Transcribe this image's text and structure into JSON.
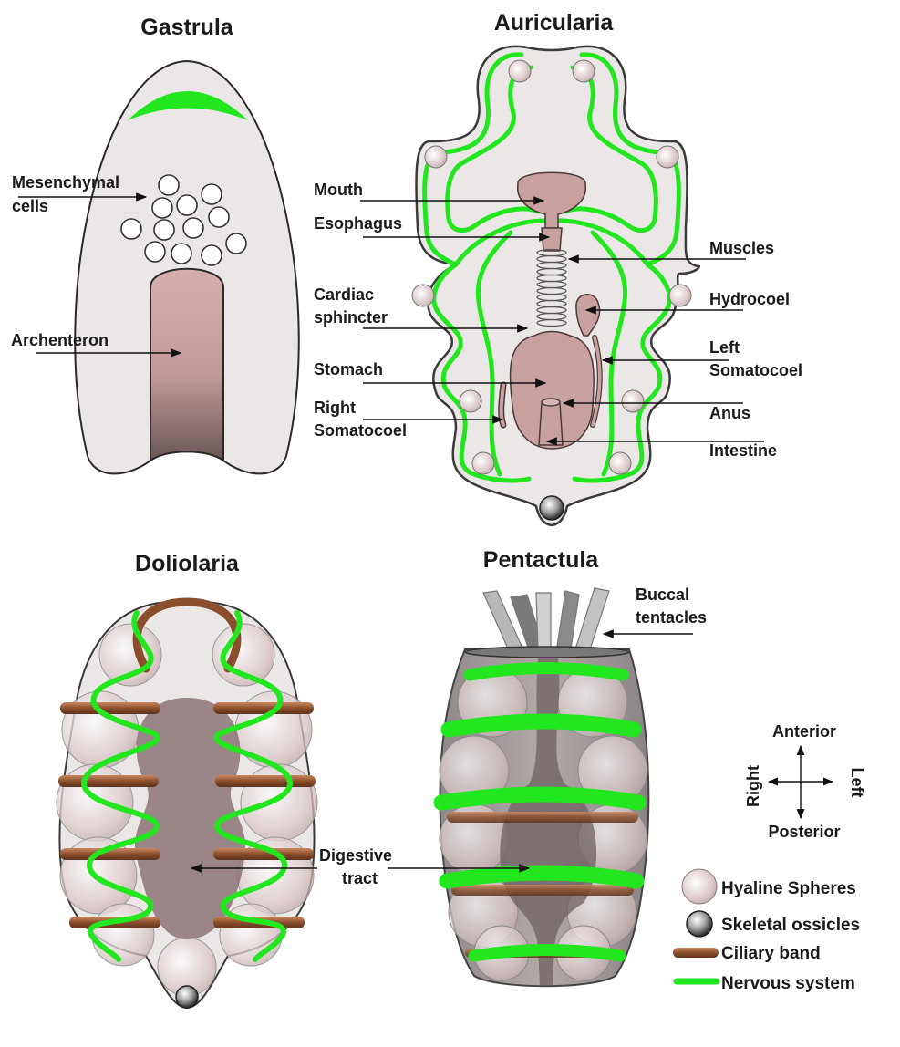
{
  "panels": {
    "gastrula": {
      "title": "Gastrula",
      "labels": {
        "mesenchymal_1": "Mesenchymal",
        "mesenchymal_2": "cells",
        "archenteron": "Archenteron"
      }
    },
    "auricularia": {
      "title": "Auricularia",
      "labels": {
        "mouth": "Mouth",
        "esophagus": "Esophagus",
        "cardiac_1": "Cardiac",
        "cardiac_2": "sphincter",
        "stomach": "Stomach",
        "right_soma_1": "Right",
        "right_soma_2": "Somatocoel",
        "muscles": "Muscles",
        "hydrocoel": "Hydrocoel",
        "left_soma_1": "Left",
        "left_soma_2": "Somatocoel",
        "anus": "Anus",
        "intestine": "Intestine"
      }
    },
    "doliolaria": {
      "title": "Doliolaria",
      "labels": {
        "digestive_1": "Digestive",
        "digestive_2": "tract"
      }
    },
    "pentactula": {
      "title": "Pentactula",
      "labels": {
        "buccal_1": "Buccal",
        "buccal_2": "tentacles"
      }
    }
  },
  "orientation": {
    "anterior": "Anterior",
    "posterior": "Posterior",
    "right": "Right",
    "left": "Left"
  },
  "legend": {
    "hyaline": "Hyaline Spheres",
    "skeletal": "Skeletal ossicles",
    "ciliary": "Ciliary band",
    "nervous": "Nervous system"
  },
  "colors": {
    "nervous_system": "#22e61e",
    "ciliary_band": "#9a5a36",
    "body_fill": "#ebe7e7",
    "gut_pink": "#c9a0a0",
    "digestive_grey": "#8c7474"
  }
}
